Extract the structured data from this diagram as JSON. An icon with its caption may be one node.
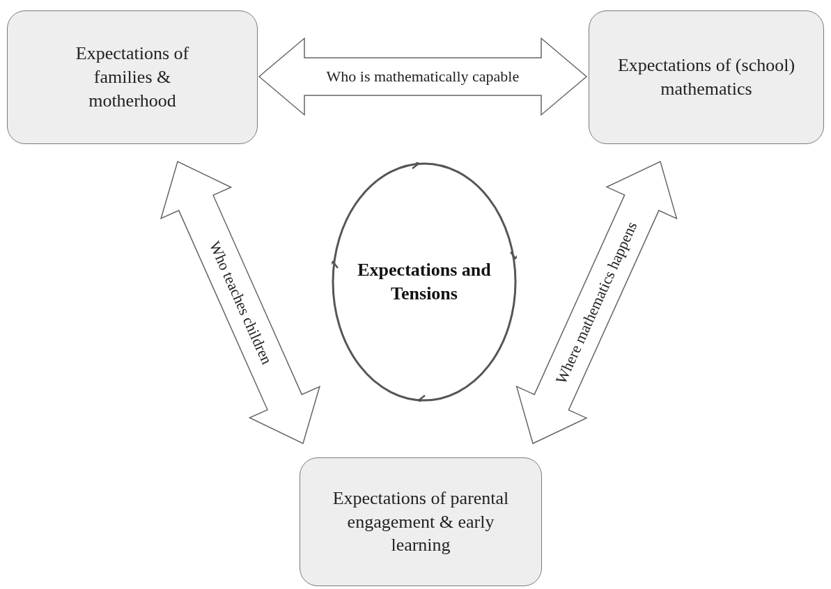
{
  "diagram": {
    "nodes": [
      {
        "text": [
          "Expectations of families & motherhood"
        ]
      },
      {
        "text": [
          "Expectations of (school) mathematics"
        ]
      },
      {
        "text": [
          "Expectations of parental engagement & early learning"
        ]
      },
      {
        "text": [
          "Expectations and Tensions"
        ]
      }
    ],
    "edges": [
      {
        "from": 0,
        "to": 1,
        "arrow": "both",
        "label": "Who is mathematically capable"
      },
      {
        "from": 0,
        "to": 2,
        "arrow": "both",
        "label": "Who teaches children"
      },
      {
        "from": 2,
        "to": 1,
        "arrow": "both",
        "label": "Where mathematics happens"
      }
    ]
  }
}
